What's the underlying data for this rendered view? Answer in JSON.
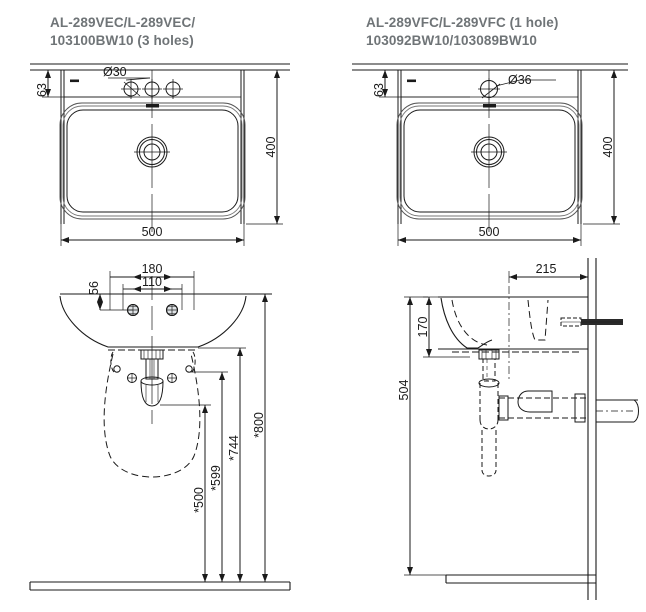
{
  "sheet": {
    "background": "#ffffff",
    "line_color": "#1a1a1a",
    "title_color": "#6f7477"
  },
  "views": {
    "top_left": {
      "title": "AL-289VEC/L-289VEC/\n103100BW10 (3 holes)",
      "type": "plan-view",
      "hole_count": 3,
      "dims": {
        "hole_diameter": "Ø30",
        "back_offset": "63",
        "depth": "400",
        "width": "500"
      }
    },
    "top_right": {
      "title": "AL-289VFC/L-289VFC (1 hole)\n103092BW10/103089BW10",
      "type": "plan-view",
      "hole_count": 1,
      "dims": {
        "hole_diameter": "Ø36",
        "back_offset": "63",
        "depth": "400",
        "width": "500"
      }
    },
    "bottom_left": {
      "type": "front-elevation",
      "dims": {
        "hole_spacing_outer": "180",
        "hole_spacing_inner": "110",
        "top_offset": "56",
        "height_500": "*500",
        "height_599": "*599",
        "height_744": "*744",
        "height_800": "*800"
      }
    },
    "bottom_right": {
      "type": "side-elevation",
      "dims": {
        "projection": "215",
        "bowl_depth": "170",
        "floor_height": "504"
      }
    }
  },
  "labels": {
    "dia30": "Ø30",
    "dia36": "Ø36",
    "n63a": "63",
    "n63b": "63",
    "n400a": "400",
    "n400b": "400",
    "n500a": "500",
    "n500b": "500",
    "n180": "180",
    "n110": "110",
    "n56": "56",
    "s500": "*500",
    "s599": "*599",
    "s744": "*744",
    "s800": "*800",
    "n215": "215",
    "n170": "170",
    "n504": "504"
  }
}
